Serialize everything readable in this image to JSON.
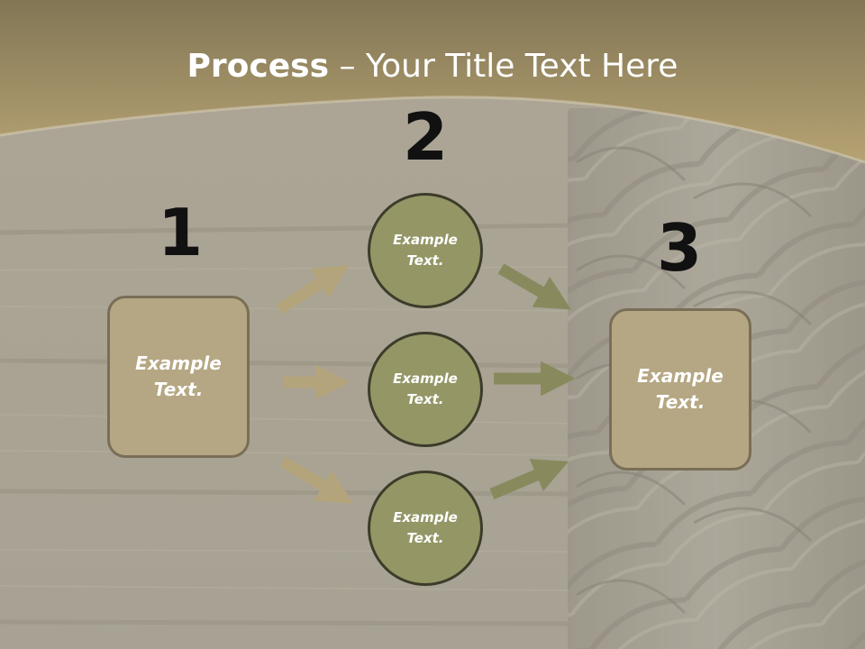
{
  "title": {
    "bold": "Process",
    "rest": " – Your Title Text Here"
  },
  "steps": {
    "one": {
      "number": "1",
      "line1": "Example",
      "line2": "Text."
    },
    "two": {
      "number": "2",
      "items": [
        {
          "line1": "Example",
          "line2": "Text."
        },
        {
          "line1": "Example",
          "line2": "Text."
        },
        {
          "line1": "Example",
          "line2": "Text."
        }
      ]
    },
    "three": {
      "number": "3",
      "line1": "Example",
      "line2": "Text."
    }
  },
  "colors": {
    "header": "#b3a071",
    "box_fill": "#b5a783",
    "circle_fill": "#949666",
    "arrow_light": "#b3a47c",
    "arrow_dark": "#888a5e"
  }
}
